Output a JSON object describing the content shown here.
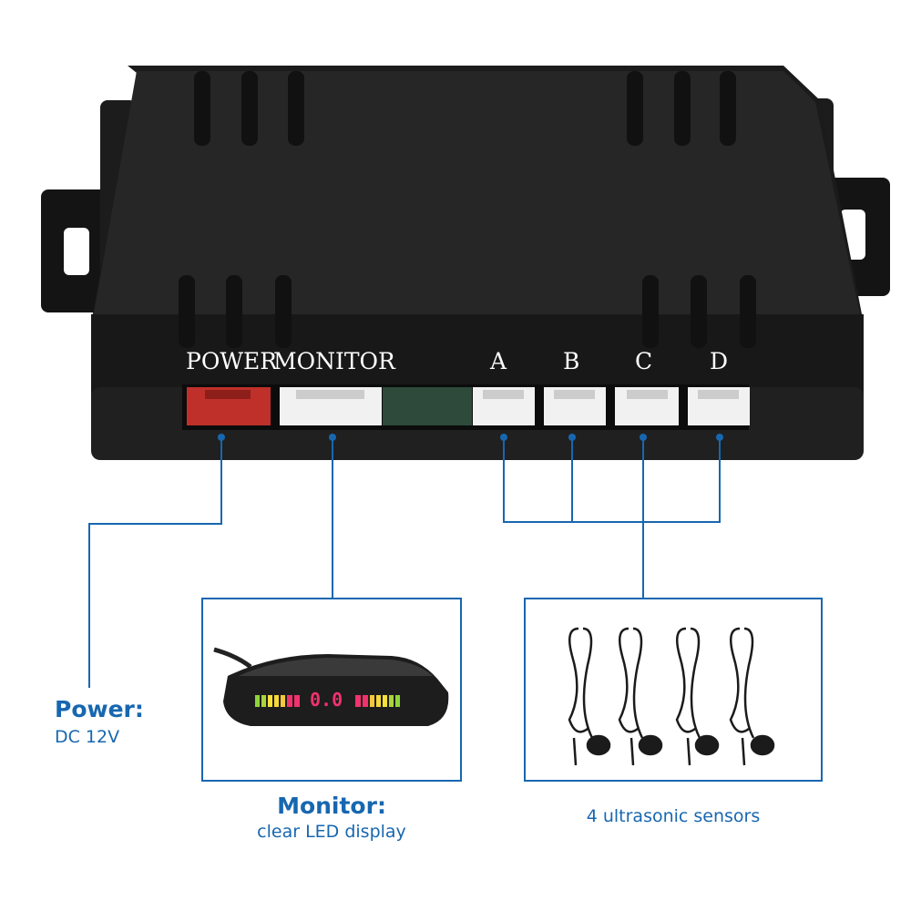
{
  "control_unit": {
    "port_labels": {
      "power": "POWER",
      "monitor": "MONITOR",
      "a": "A",
      "b": "B",
      "c": "C",
      "d": "D"
    }
  },
  "display": {
    "reading": "0.0"
  },
  "callouts": {
    "power": {
      "title": "Power:",
      "detail": "DC 12V"
    },
    "monitor": {
      "title": "Monitor:",
      "detail": "clear LED display"
    },
    "sensors": {
      "detail": "4 ultrasonic sensors"
    }
  },
  "colors": {
    "accent": "#1767b0",
    "power_port": "#c0302a",
    "body": "#1a1a1a"
  }
}
